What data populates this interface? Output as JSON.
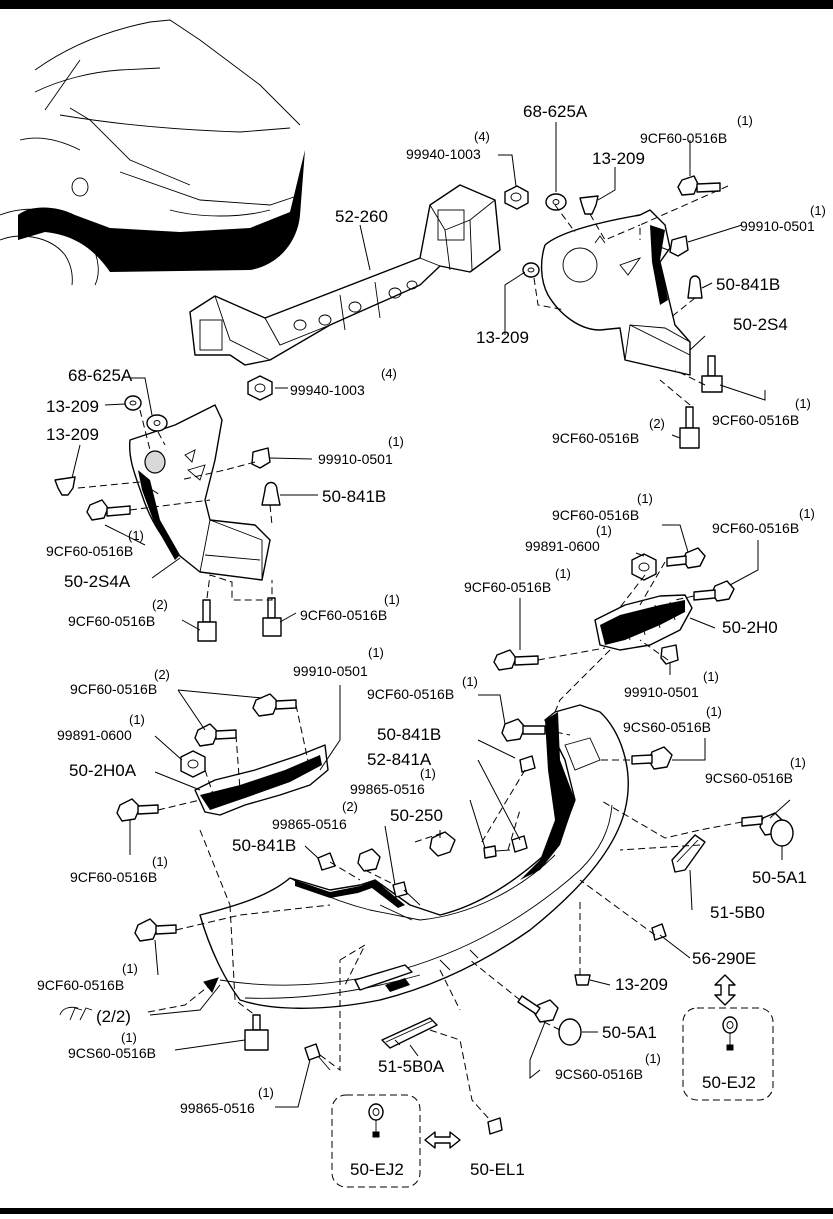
{
  "title": "",
  "labels": {
    "l01_qty": "(4)",
    "l01": "99940-1003",
    "l02": "68-625A",
    "l03_qty": "(1)",
    "l03": "9CF60-0516B",
    "l04": "13-209",
    "l05": "52-260",
    "l06_qty": "(1)",
    "l06": "99910-0501",
    "l07": "50-841B",
    "l08": "13-209",
    "l09": "50-2S4",
    "l10_qty": "(4)",
    "l10": "99940-1003",
    "l11_qty": "(1)",
    "l11": "9CF60-0516B",
    "l12_qty": "(2)",
    "l12": "9CF60-0516B",
    "l13": "68-625A",
    "l14": "13-209",
    "l15": "13-209",
    "l16_qty": "(1)",
    "l16": "99910-0501",
    "l17": "50-841B",
    "l18_qty": "(1)",
    "l18": "9CF60-0516B",
    "l19": "50-2S4A",
    "l20_qty": "(2)",
    "l20": "9CF60-0516B",
    "l21_qty": "(1)",
    "l21": "9CF60-0516B",
    "l22_qty": "(1)",
    "l22": "9CF60-0516B",
    "l23_qty": "(1)",
    "l23": "99891-0600",
    "l24_qty": "(1)",
    "l24": "9CF60-0516B",
    "l25_qty": "(1)",
    "l25": "9CF60-0516B",
    "l26": "50-2H0",
    "l27_qty": "(1)",
    "l27": "99910-0501",
    "l28_qty": "(2)",
    "l28": "9CF60-0516B",
    "l29_qty": "(1)",
    "l29": "99910-0501",
    "l30_qty": "(1)",
    "l30": "99891-0600",
    "l31": "50-2H0A",
    "l32_qty": "(1)",
    "l32": "9CF60-0516B",
    "l33_qty": "(1)",
    "l33": "9CF60-0516B",
    "l34": "50-841B",
    "l35": "52-841A",
    "l36_qty": "(1)",
    "l36": "9CS60-0516B",
    "l37_qty": "(1)",
    "l37": "99865-0516",
    "l38": "50-250",
    "l39_qty": "(2)",
    "l39": "99865-0516",
    "l40": "50-841B",
    "l41_qty": "(1)",
    "l41": "9CS60-0516B",
    "l42": "50-5A1",
    "l43": "51-5B0",
    "l44_qty": "(1)",
    "l44": "9CF60-0516B",
    "l45": "56-290E",
    "l46": "13-209",
    "l47": "(2/2)",
    "l48_qty": "(1)",
    "l48": "9CS60-0516B",
    "l49": "50-5A1",
    "l50": "51-5B0A",
    "l51_qty": "(1)",
    "l51": "9CS60-0516B",
    "l52": "50-EJ2",
    "l53_qty": "(1)",
    "l53": "99865-0516",
    "l54": "50-EJ2",
    "l55": "50-EL1"
  },
  "icons": [
    "reference-arrow-icon",
    "double-arrow-icon",
    "ground-terminal-icon"
  ]
}
